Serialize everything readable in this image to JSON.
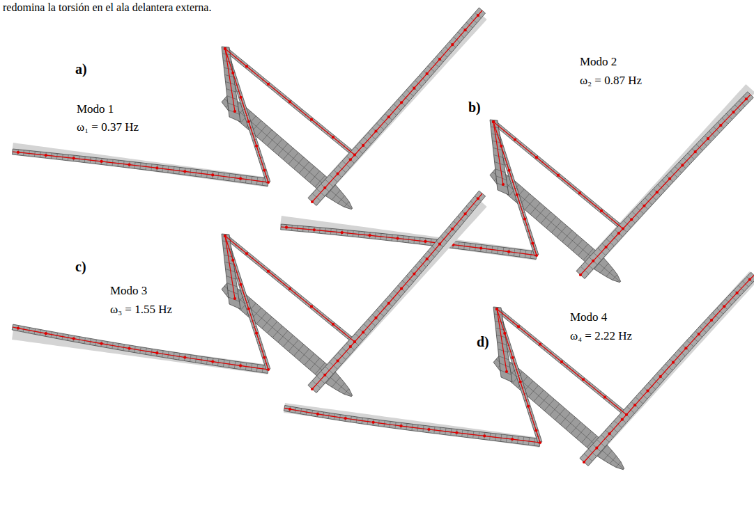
{
  "diagram": {
    "labels": [
      "redomina la torsión en el ala delantera externa.",
      "a)",
      "Modo 1",
      "ω₁ = 0.37 Hz",
      "b)",
      "Modo 2",
      "ω₂ = 0.87 Hz",
      "c)",
      "Modo 3",
      "ω₃ = 1.55 Hz",
      "d)",
      "Modo 4",
      "ω₄ = 2.22 Hz"
    ]
  }
}
